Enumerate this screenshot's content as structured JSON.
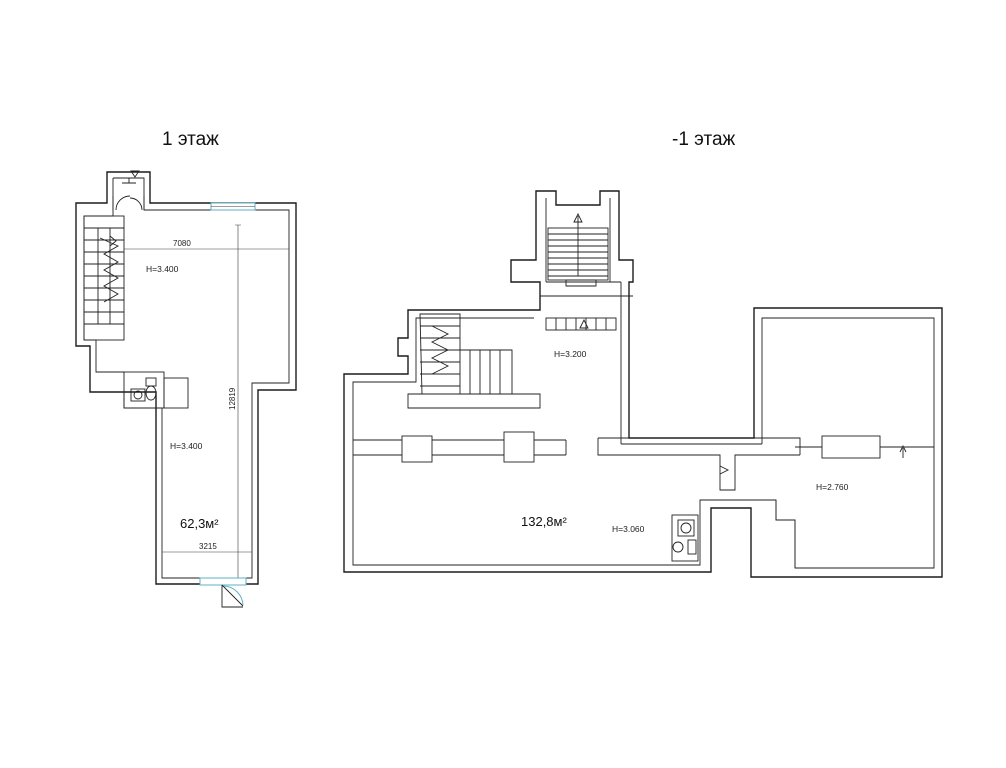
{
  "floors": [
    {
      "title": "1 этаж",
      "heights": [
        "H=3.400",
        "H=3.400"
      ],
      "dimensions": [
        "7080",
        "12819",
        "3215"
      ],
      "area": "62,3м²"
    },
    {
      "title": "-1 этаж",
      "heights": [
        "H=3.200",
        "H=3.060",
        "H=2.760"
      ],
      "area": "132,8м²"
    }
  ],
  "colors": {
    "walls": "#1c1c1c",
    "windows": "#5fb3c4"
  }
}
